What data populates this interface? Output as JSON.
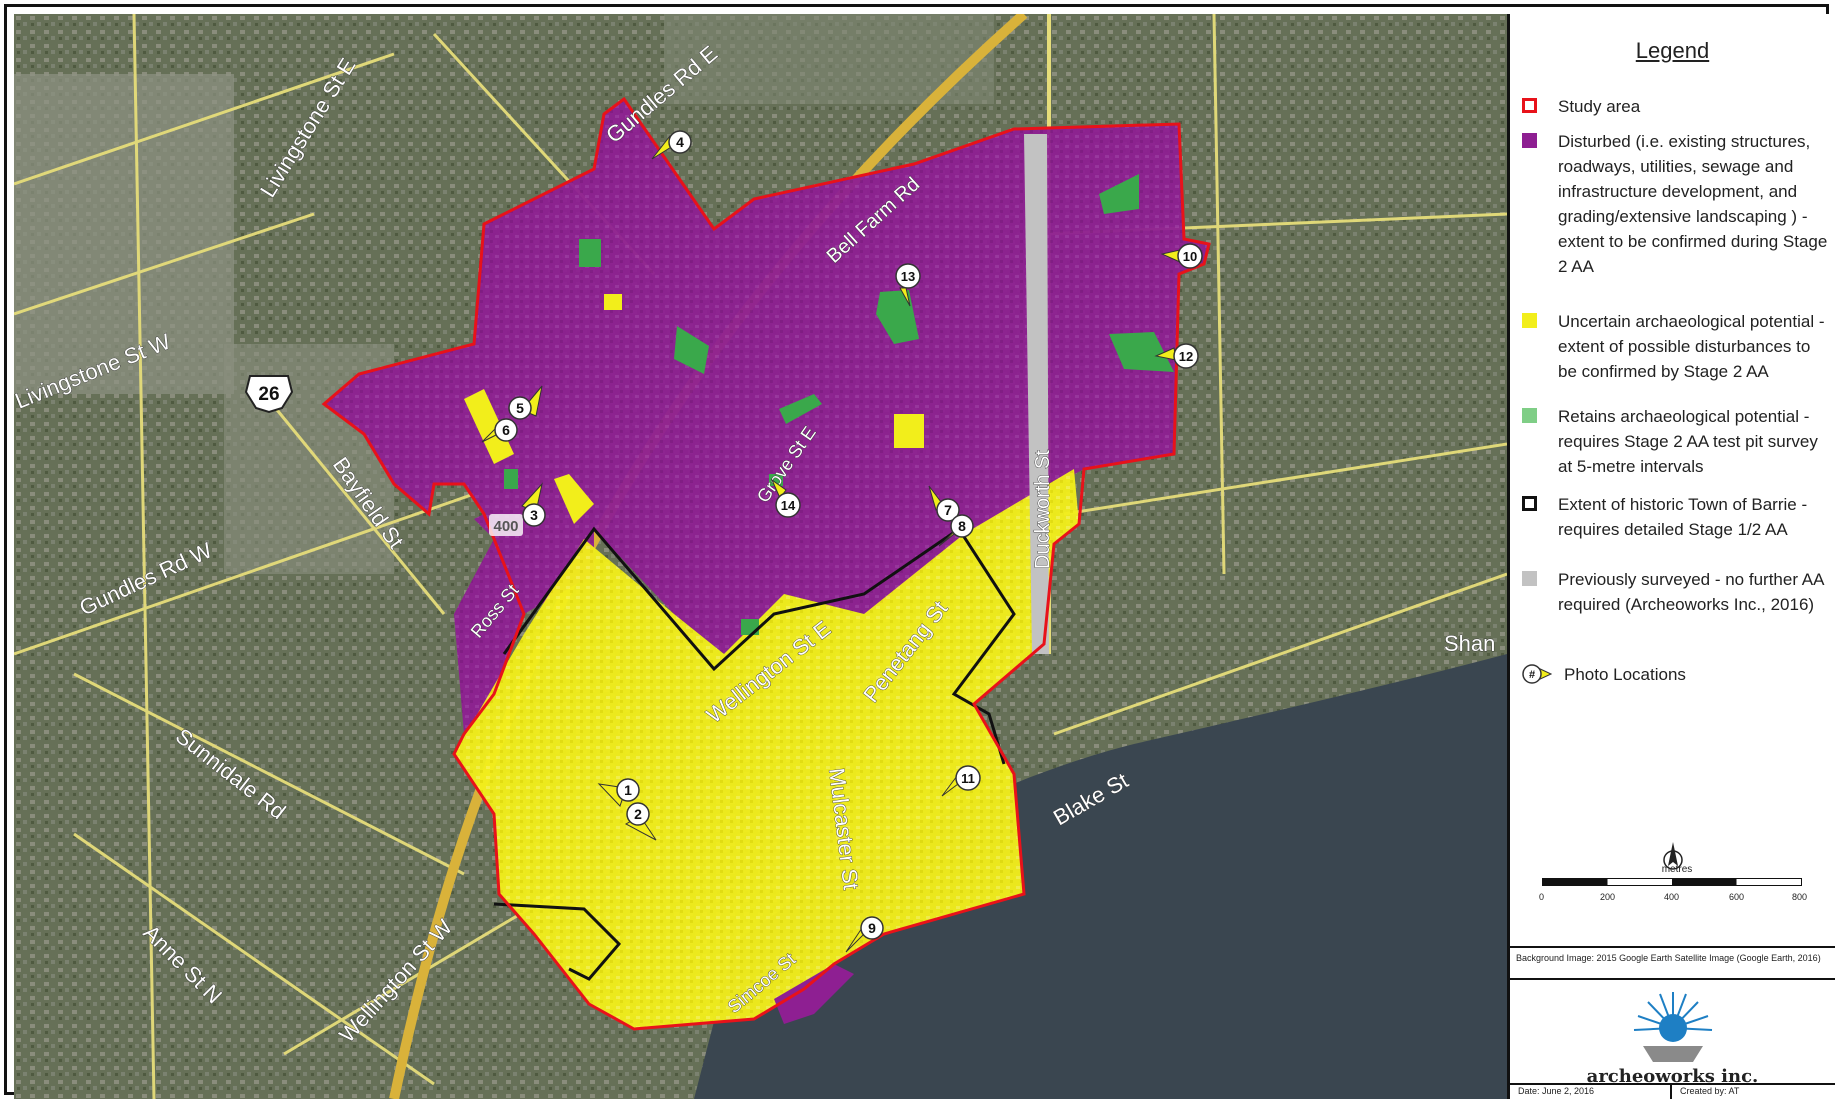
{
  "map": {
    "road_labels": [
      "Livingstone St E",
      "Livingstone St W",
      "Gundles Rd E",
      "Gundles Rd W",
      "Bell Farm Rd",
      "Bayfield St",
      "Duckworth St",
      "Wellington St E",
      "Penetang St",
      "Mulcaster St",
      "Blake St",
      "Sunnidale Rd",
      "Wellington St W",
      "Anne St N",
      "Shan",
      "Ross St",
      "Grove St E",
      "Simcoe St"
    ],
    "highway_shield": "26",
    "highway_400_label": "400",
    "photo_locations": [
      "1",
      "2",
      "3",
      "4",
      "5",
      "6",
      "7",
      "8",
      "9",
      "10",
      "11",
      "12",
      "13",
      "14"
    ],
    "colors": {
      "study_area_outline": "#e8121a",
      "disturbed": "#8e1f92",
      "uncertain": "#f2ee1b",
      "retains": "#3aa84b",
      "historic_town_outline": "#111111",
      "previously_surveyed": "#c2c2c2",
      "water": "#3a4650",
      "imagery": "#5f6a4e",
      "road": "#e6dd7a"
    }
  },
  "legend": {
    "title": "Legend",
    "entries": [
      {
        "key": "study_area",
        "label": "Study area"
      },
      {
        "key": "disturbed",
        "label": "Disturbed (i.e. existing structures, roadways, utilities, sewage and infrastructure development, and grading/extensive landscaping ) - extent to be confirmed during Stage 2 AA"
      },
      {
        "key": "uncertain",
        "label": "Uncertain archaeological potential - extent of possible disturbances to be confirmed by Stage 2 AA"
      },
      {
        "key": "retains",
        "label": "Retains archaeological potential - requires Stage 2 AA test pit survey at 5-metre intervals"
      },
      {
        "key": "historic",
        "label": "Extent of historic Town of Barrie - requires detailed Stage 1/2 AA"
      },
      {
        "key": "surveyed",
        "label": "Previously surveyed - no further AA required (Archeoworks Inc., 2016)"
      },
      {
        "key": "photo",
        "label": "Photo Locations"
      }
    ],
    "photo_symbol": "#",
    "scale": {
      "unit": "metres",
      "ticks": [
        "0",
        "200",
        "400",
        "600",
        "800"
      ]
    },
    "background_image_note": "Background Image: 2015 Google Earth Satellite Image (Google Earth, 2016)",
    "brand": "archeoworks inc.",
    "date": "Date: June 2, 2016",
    "created_by": "Created by: AT"
  }
}
